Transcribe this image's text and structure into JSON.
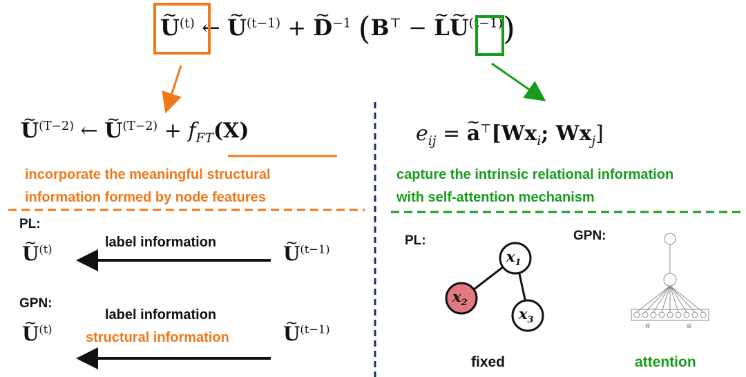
{
  "top_equation": {
    "lhs": "U",
    "lhs_sup": "(t)",
    "arrow": "←",
    "u_prev": "U",
    "u_prev_sup": "(t−1)",
    "plus": "+",
    "d": "D",
    "d_sup": "−1",
    "open": "(",
    "b": "B",
    "b_sup": "⊤",
    "minus": "−",
    "l": "L",
    "u_last": "U",
    "u_last_sup": "(t−1)",
    "close": ")"
  },
  "left_equation": {
    "lhs": "U",
    "lhs_sup": "(T−2)",
    "arrow": "←",
    "rhs": "U",
    "rhs_sup": "(T−2)",
    "plus": "+",
    "f": "f",
    "f_sub": "FT",
    "arg": "(X)"
  },
  "right_equation": {
    "e": "e",
    "e_sub": "ij",
    "eq": "=",
    "a": "a",
    "a_sup": "⊤",
    "body_open": "[Wx",
    "i_sub": "i",
    "sep": "; Wx",
    "j_sub": "j",
    "body_close": "]"
  },
  "left_caption": [
    "incorporate the meaningful structural",
    "information formed by node features"
  ],
  "right_caption": [
    "capture the intrinsic relational information",
    "with self-attention mechanism"
  ],
  "pl_block": {
    "label": "PL:",
    "target": "U",
    "target_sup": "(t)",
    "source": "U",
    "source_sup": "(t−1)",
    "arrow_label": "label information"
  },
  "gpn_block": {
    "label": "GPN:",
    "target": "U",
    "target_sup": "(t)",
    "source": "U",
    "source_sup": "(t−1)",
    "arrow_label_1": "label information",
    "arrow_label_2": "structural information"
  },
  "right_pl": {
    "label": "PL:",
    "nodes": [
      {
        "name": "x",
        "sub": "1",
        "fill": "#ffffff"
      },
      {
        "name": "x",
        "sub": "2",
        "fill": "#e07a80"
      },
      {
        "name": "x",
        "sub": "3",
        "fill": "#ffffff"
      }
    ],
    "caption": "fixed"
  },
  "right_gpn": {
    "label": "GPN:",
    "caption": "attention",
    "weight_label_1": "w⃗",
    "weight_label_2": "w⃗"
  },
  "colors": {
    "orange": "#f07818",
    "green": "#169c1a",
    "navy": "#1a2a66",
    "node_fill": "#e07a80"
  }
}
